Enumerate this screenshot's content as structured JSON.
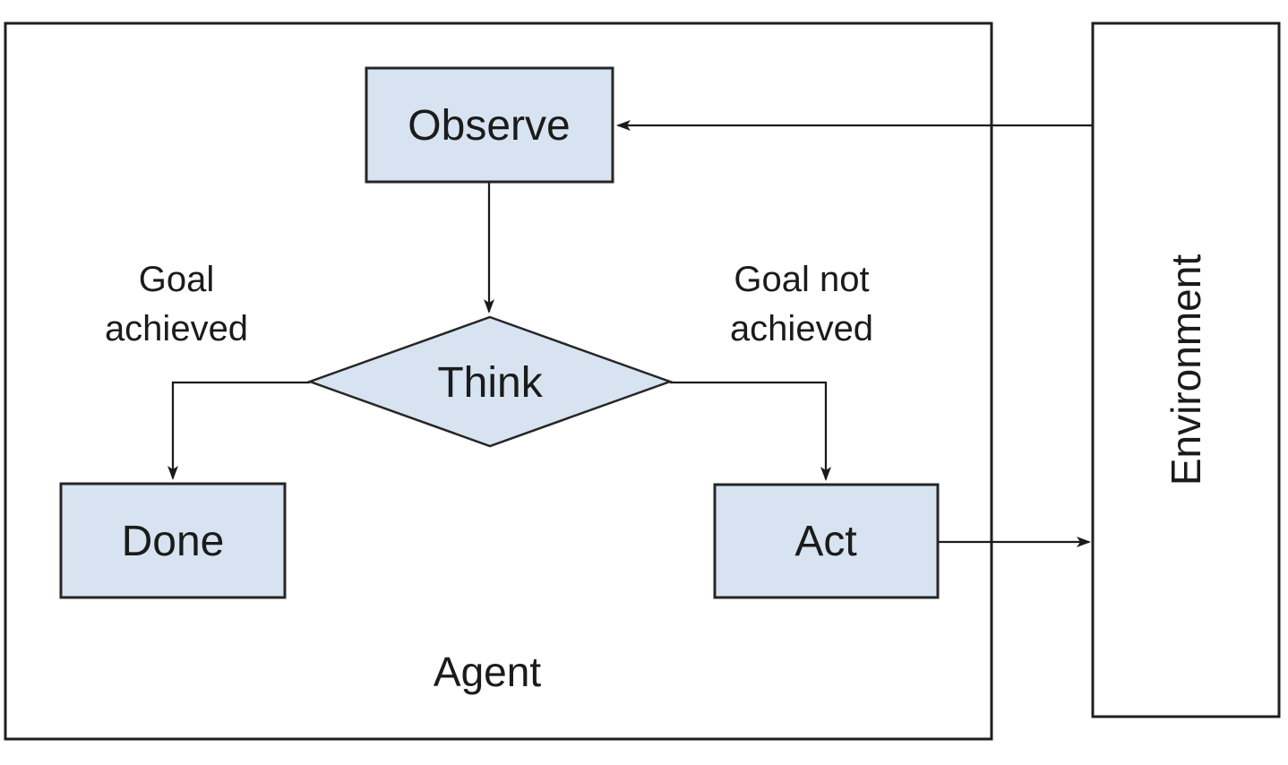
{
  "diagram": {
    "type": "flowchart",
    "colors": {
      "node_fill": "#d7e3f0",
      "node_border": "#262626",
      "connector": "#1a1a1a",
      "text": "#1b1b1b",
      "background": "#ffffff"
    },
    "agent_container": {
      "label": "Agent"
    },
    "environment_box": {
      "label": "Environment"
    },
    "nodes": {
      "observe": {
        "label": "Observe",
        "shape": "rectangle"
      },
      "think": {
        "label": "Think",
        "shape": "diamond"
      },
      "done": {
        "label": "Done",
        "shape": "rectangle"
      },
      "act": {
        "label": "Act",
        "shape": "rectangle"
      }
    },
    "edge_labels": {
      "goal_achieved": {
        "line1": "Goal",
        "line2": "achieved"
      },
      "goal_not_achieved": {
        "line1": "Goal not",
        "line2": "achieved"
      }
    },
    "edges": [
      {
        "from": "Environment",
        "to": "Observe"
      },
      {
        "from": "Observe",
        "to": "Think"
      },
      {
        "from": "Think",
        "to": "Done",
        "condition": "Goal achieved"
      },
      {
        "from": "Think",
        "to": "Act",
        "condition": "Goal not achieved"
      },
      {
        "from": "Act",
        "to": "Environment"
      }
    ]
  }
}
